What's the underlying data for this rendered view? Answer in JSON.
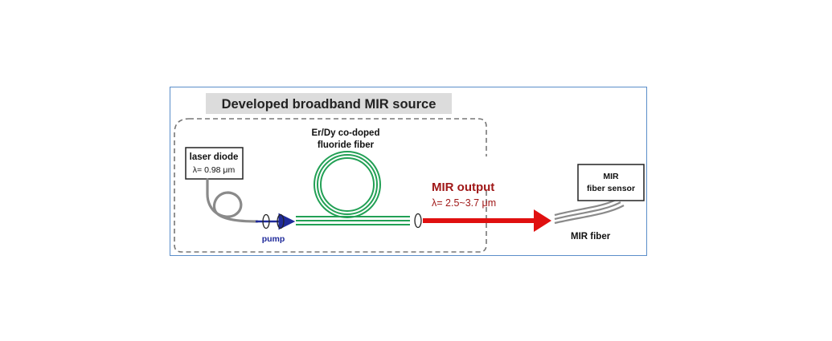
{
  "title_box": {
    "text": "Developed broadband MIR source"
  },
  "laser_diode": {
    "name": "laser diode",
    "wavelength": "λ= 0.98 μm"
  },
  "pump_label": "pump",
  "fiber_label": {
    "line1": "Er/Dy co-doped",
    "line2": "fluoride fiber"
  },
  "mir_output": {
    "title": "MIR output",
    "wavelength": "λ= 2.5~3.7 μm"
  },
  "sensor": {
    "line1": "MIR",
    "line2": "fiber sensor"
  },
  "mir_fiber_label": "MIR fiber",
  "colors": {
    "frame_border": "#5b8ec9",
    "dashed_box": "#777777",
    "title_bg": "#dcdcdc",
    "pump_arrow": "#1f2a9a",
    "pump_text": "#1f2a9a",
    "doped_fiber": "#22a055",
    "output_arrow": "#e01010",
    "output_text": "#a01818",
    "gray_fiber": "#888888"
  }
}
